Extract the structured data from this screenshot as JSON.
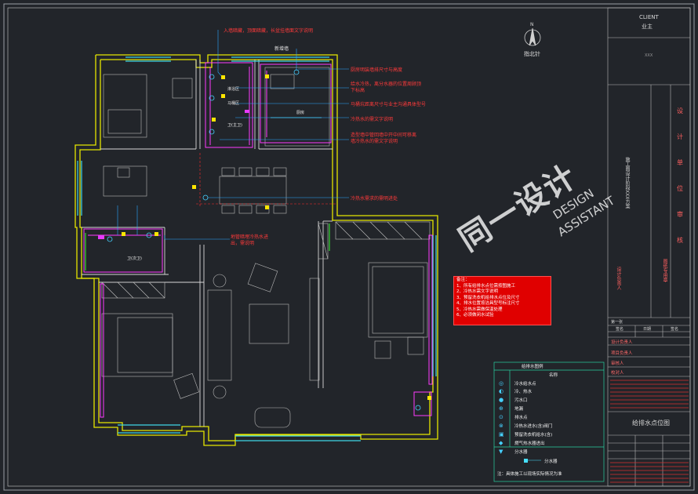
{
  "drawing": {
    "title": "给排水点位图"
  },
  "north": {
    "letter": "N",
    "label": "指北针"
  },
  "title_block": {
    "client": "CLIENT",
    "owner": "业主",
    "small_code": "XXX",
    "project_vertical": "施工图设计阶段XXX方案",
    "design_vertical": [
      "设",
      "计",
      "单",
      "位",
      "审",
      "核"
    ],
    "seal_vertical": "图纸专用章",
    "approval_vertical": "设计负责人",
    "rows": [
      "设计负责人",
      "项目负责人",
      "审核人",
      "校对人"
    ],
    "sign_row": [
      "签名",
      "日期",
      "签名"
    ],
    "sheet_label": "第一张"
  },
  "callouts": [
    {
      "id": "c1",
      "text": "入墙暗藏，顶面暗藏，长盆挂墙面文字说明"
    },
    {
      "id": "c2",
      "text": "新增墙"
    },
    {
      "id": "c3",
      "text": "厨房明装墙排尺寸与高度"
    },
    {
      "id": "c4",
      "text": "给水冷热，离分水器的位置周顾顶下标高"
    },
    {
      "id": "c5",
      "text": "马桶坑距离尺寸与业主沟通具体型号"
    },
    {
      "id": "c6",
      "text": "冷热水的需文字说明"
    },
    {
      "id": "c7",
      "text": "造型墙中管回墙中开中间可移离墙冷热水的需文字说明"
    },
    {
      "id": "c8",
      "text": "冷热水需求的需明进处"
    },
    {
      "id": "c9",
      "text": "地管暗埋冷热水进出，需说明"
    }
  ],
  "notes": {
    "heading": "备注：",
    "items": [
      "1、所有给排水点位需按图施工",
      "2、冷热水需文字说明",
      "3、预留洗衣机给排水点位及尺寸",
      "4、排水位置按洁具型号标注尺寸",
      "5、冷热水需做保温处理",
      "6、必须做闭水试验"
    ]
  },
  "legend": {
    "header": "给排水图例",
    "col": "名称",
    "rows": [
      {
        "icon": "circle-icon",
        "text": "冷水给水点"
      },
      {
        "icon": "half-circle-icon",
        "text": "冷、热水"
      },
      {
        "icon": "dot-icon",
        "text": "污水口"
      },
      {
        "icon": "drain-icon",
        "text": "地漏"
      },
      {
        "icon": "lamp-icon",
        "text": "排水点"
      },
      {
        "icon": "valve-icon",
        "text": "冷热水进水(含)阀门"
      },
      {
        "icon": "washer-icon",
        "text": "预留洗衣机给水(含)"
      },
      {
        "icon": "diamond-icon",
        "text": "燃气热水器进出"
      },
      {
        "icon": "triangle-icon",
        "text": "分水器"
      }
    ],
    "footer_label": "分水器",
    "footnote": "注：具体施工以现场实际情况为准"
  },
  "room_labels": [
    "卫(主卫)",
    "卫(次卫)",
    "厨房",
    "淋浴区",
    "马桶区"
  ],
  "watermark": {
    "brand": "同一设计",
    "en1": "DESIGN",
    "en2": "ASSISTANT"
  }
}
